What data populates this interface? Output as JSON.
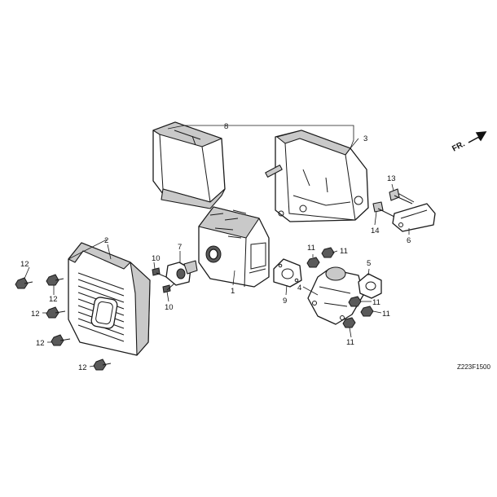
{
  "direction_label": "FR.",
  "drawing_code": "Z223F1500",
  "callouts": {
    "n1": "1",
    "n2": "2",
    "n3": "3",
    "n4": "4",
    "n5": "5",
    "n6": "6",
    "n7": "7",
    "n8": "8",
    "n9": "9",
    "n10a": "10",
    "n10b": "10",
    "n11a": "11",
    "n11b": "11",
    "n11c": "11",
    "n11d": "11",
    "n11e": "11",
    "n12a": "12",
    "n12b": "12",
    "n12c": "12",
    "n12d": "12",
    "n12e": "12",
    "n13": "13",
    "n14": "14"
  },
  "colors": {
    "line": "#1a1a1a",
    "shade": "#c9c9c9",
    "background": "#ffffff"
  }
}
